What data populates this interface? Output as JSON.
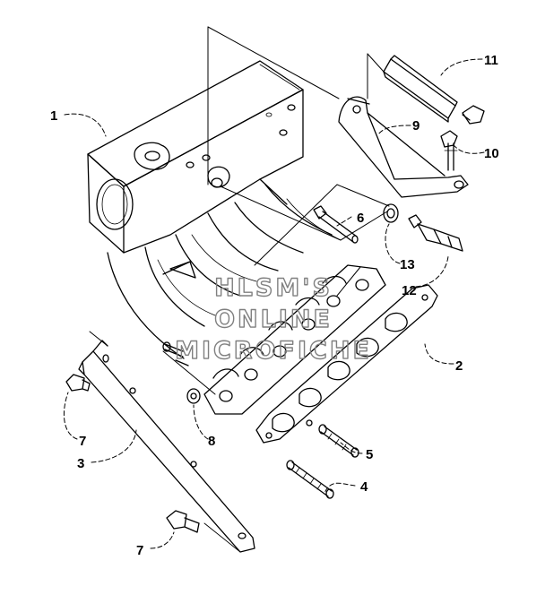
{
  "callouts": {
    "c1": "1",
    "c2": "2",
    "c3": "3",
    "c4": "4",
    "c5": "5",
    "c6": "6",
    "c7a": "7",
    "c7b": "7",
    "c8": "8",
    "c9": "9",
    "c10": "10",
    "c11": "11",
    "c12": "12",
    "c13": "13"
  },
  "watermark": {
    "line1": "HLSM'S",
    "line2": "ONLINE",
    "line3": "MICROFICHE"
  }
}
